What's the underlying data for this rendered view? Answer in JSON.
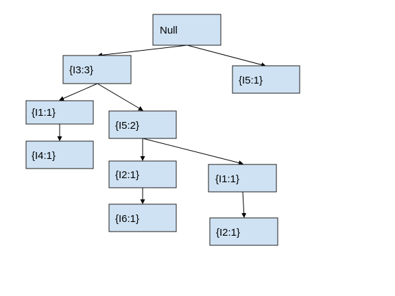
{
  "nodes": [
    {
      "id": "root",
      "label": "Null"
    },
    {
      "id": "i3",
      "label": "{I3:3}"
    },
    {
      "id": "i5a",
      "label": "{I5:1}"
    },
    {
      "id": "i1a",
      "label": "{I1:1}"
    },
    {
      "id": "i5b",
      "label": "{I5:2}"
    },
    {
      "id": "i4",
      "label": "{I4:1}"
    },
    {
      "id": "i2a",
      "label": "{I2:1}"
    },
    {
      "id": "i1b",
      "label": "{I1:1}"
    },
    {
      "id": "i6",
      "label": "{I6:1}"
    },
    {
      "id": "i2b",
      "label": "{I2:1}"
    }
  ],
  "edges": [
    {
      "from": "root",
      "to": "i3"
    },
    {
      "from": "root",
      "to": "i5a"
    },
    {
      "from": "i3",
      "to": "i1a"
    },
    {
      "from": "i3",
      "to": "i5b"
    },
    {
      "from": "i1a",
      "to": "i4"
    },
    {
      "from": "i5b",
      "to": "i2a"
    },
    {
      "from": "i5b",
      "to": "i1b"
    },
    {
      "from": "i2a",
      "to": "i6"
    },
    {
      "from": "i1b",
      "to": "i2b"
    }
  ],
  "colors": {
    "node_fill": "#cfe2f3",
    "node_stroke": "#1c1c1c",
    "edge": "#000000"
  }
}
